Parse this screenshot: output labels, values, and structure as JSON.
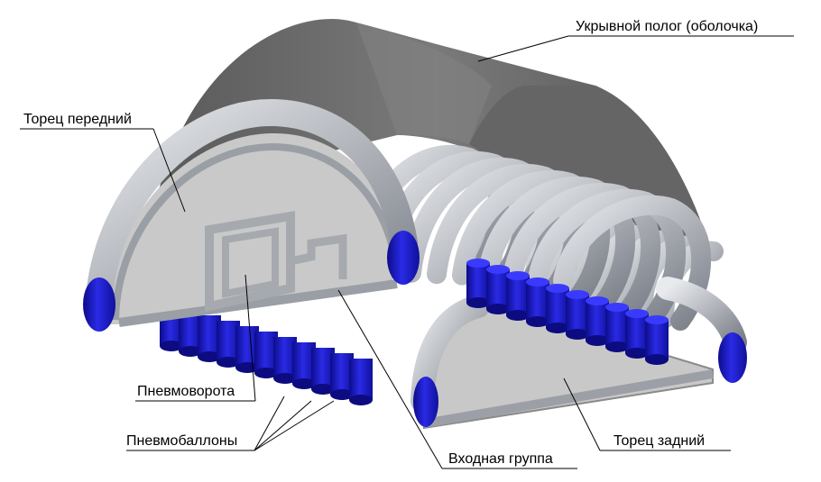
{
  "labels": {
    "cover": "Укрывной полог (оболочка)",
    "front_end": "Торец передний",
    "gate": "Пневмоворота",
    "cylinders": "Пневмобаллоны",
    "entrance": "Входная группа",
    "rear_end": "Торец задний"
  },
  "colors": {
    "tube": "#b4b7bd",
    "tube_dark": "#7e838c",
    "tube_light": "#e6e8ec",
    "end_cap": "#1a1ad0",
    "end_cap_dark": "#0c0c80",
    "cover": "#6e6e6e",
    "cover_dark": "#4c4c4c",
    "panel": "#c9c9c9"
  }
}
